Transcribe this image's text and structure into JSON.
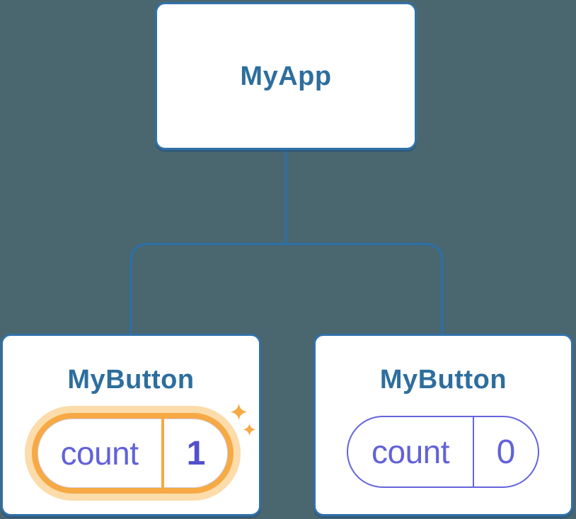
{
  "diagram": {
    "description": "React component tree with state",
    "root": {
      "label": "MyApp"
    },
    "children": [
      {
        "label": "MyButton",
        "state": {
          "name": "count",
          "value": "1"
        },
        "highlighted": true,
        "icon": "sparkle-icon"
      },
      {
        "label": "MyButton",
        "state": {
          "name": "count",
          "value": "0"
        },
        "highlighted": false
      }
    ]
  },
  "colors": {
    "background": "#4A666F",
    "node_fill": "#FFFFFF",
    "node_border": "#3171A8",
    "node_label": "#2D6E9E",
    "connector": "#2F6FA3",
    "state_purple": "#6262D9",
    "state_value_bold": "#5350CD",
    "highlight_orange": "#F6A944",
    "highlight_glow": "#FBDCAA"
  }
}
